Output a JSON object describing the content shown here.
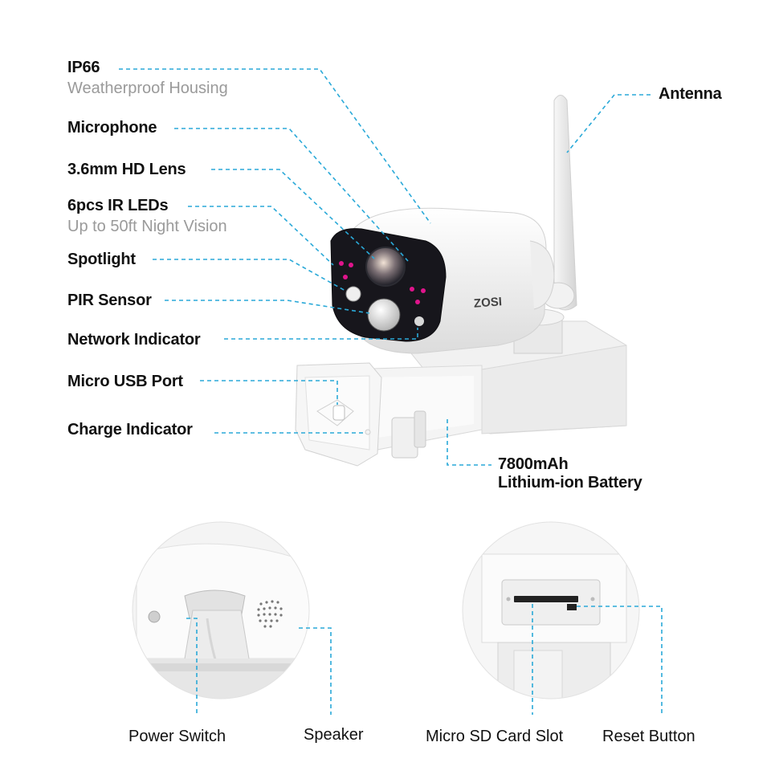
{
  "brand": "ZOSI",
  "features": {
    "ip66": "IP66",
    "ip66_sub": "Weatherproof Housing",
    "microphone": "Microphone",
    "lens": "3.6mm HD Lens",
    "ir_leds": "6pcs IR LEDs",
    "ir_leds_sub": "Up to 50ft Night Vision",
    "spotlight": "Spotlight",
    "pir": "PIR Sensor",
    "network": "Network Indicator",
    "usb": "Micro USB Port",
    "charge": "Charge Indicator",
    "antenna": "Antenna",
    "battery_line1": "7800mAh",
    "battery_line2": "Lithium-ion Battery"
  },
  "bottom": {
    "power_switch": "Power Switch",
    "speaker": "Speaker",
    "sd_slot": "Micro SD Card Slot",
    "reset": "Reset Button"
  },
  "colors": {
    "leader_line": "#2aa9d8",
    "label_text": "#111111",
    "sub_text": "#9a9a9a",
    "ir_led": "#e0148c"
  }
}
